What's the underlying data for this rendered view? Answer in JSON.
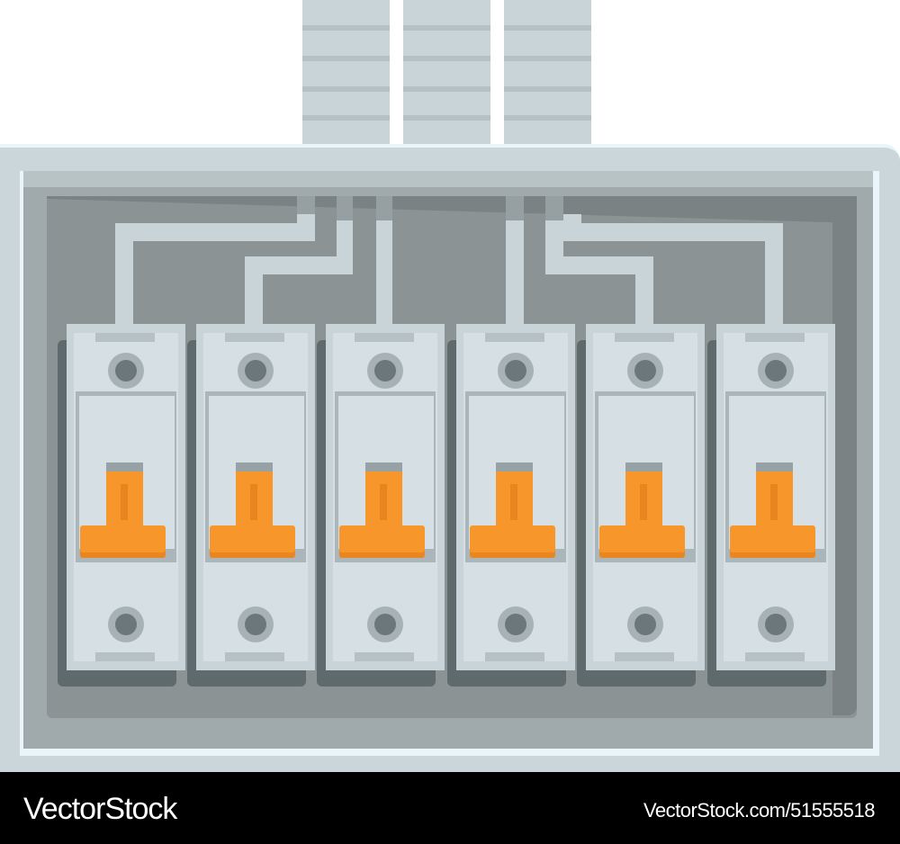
{
  "illustration": {
    "subject": "Electrical fuse box with six circuit breakers",
    "breaker_count": 6,
    "conduit_count": 3,
    "breakers": [
      {
        "index": 1,
        "state": "on"
      },
      {
        "index": 2,
        "state": "on"
      },
      {
        "index": 3,
        "state": "on"
      },
      {
        "index": 4,
        "state": "on"
      },
      {
        "index": 5,
        "state": "on"
      },
      {
        "index": 6,
        "state": "on"
      }
    ],
    "colors": {
      "background": "#ffffff",
      "frame": "#cbd6da",
      "panel": "#8b9395",
      "breaker_body": "#c9d4d8",
      "toggle": "#f7962b",
      "wire": "#c9d4d8",
      "footer": "#000000"
    }
  },
  "watermark": {
    "text": "VectorStock"
  },
  "footer": {
    "brand": "VectorStock",
    "url": "VectorStock.com/51555518"
  }
}
